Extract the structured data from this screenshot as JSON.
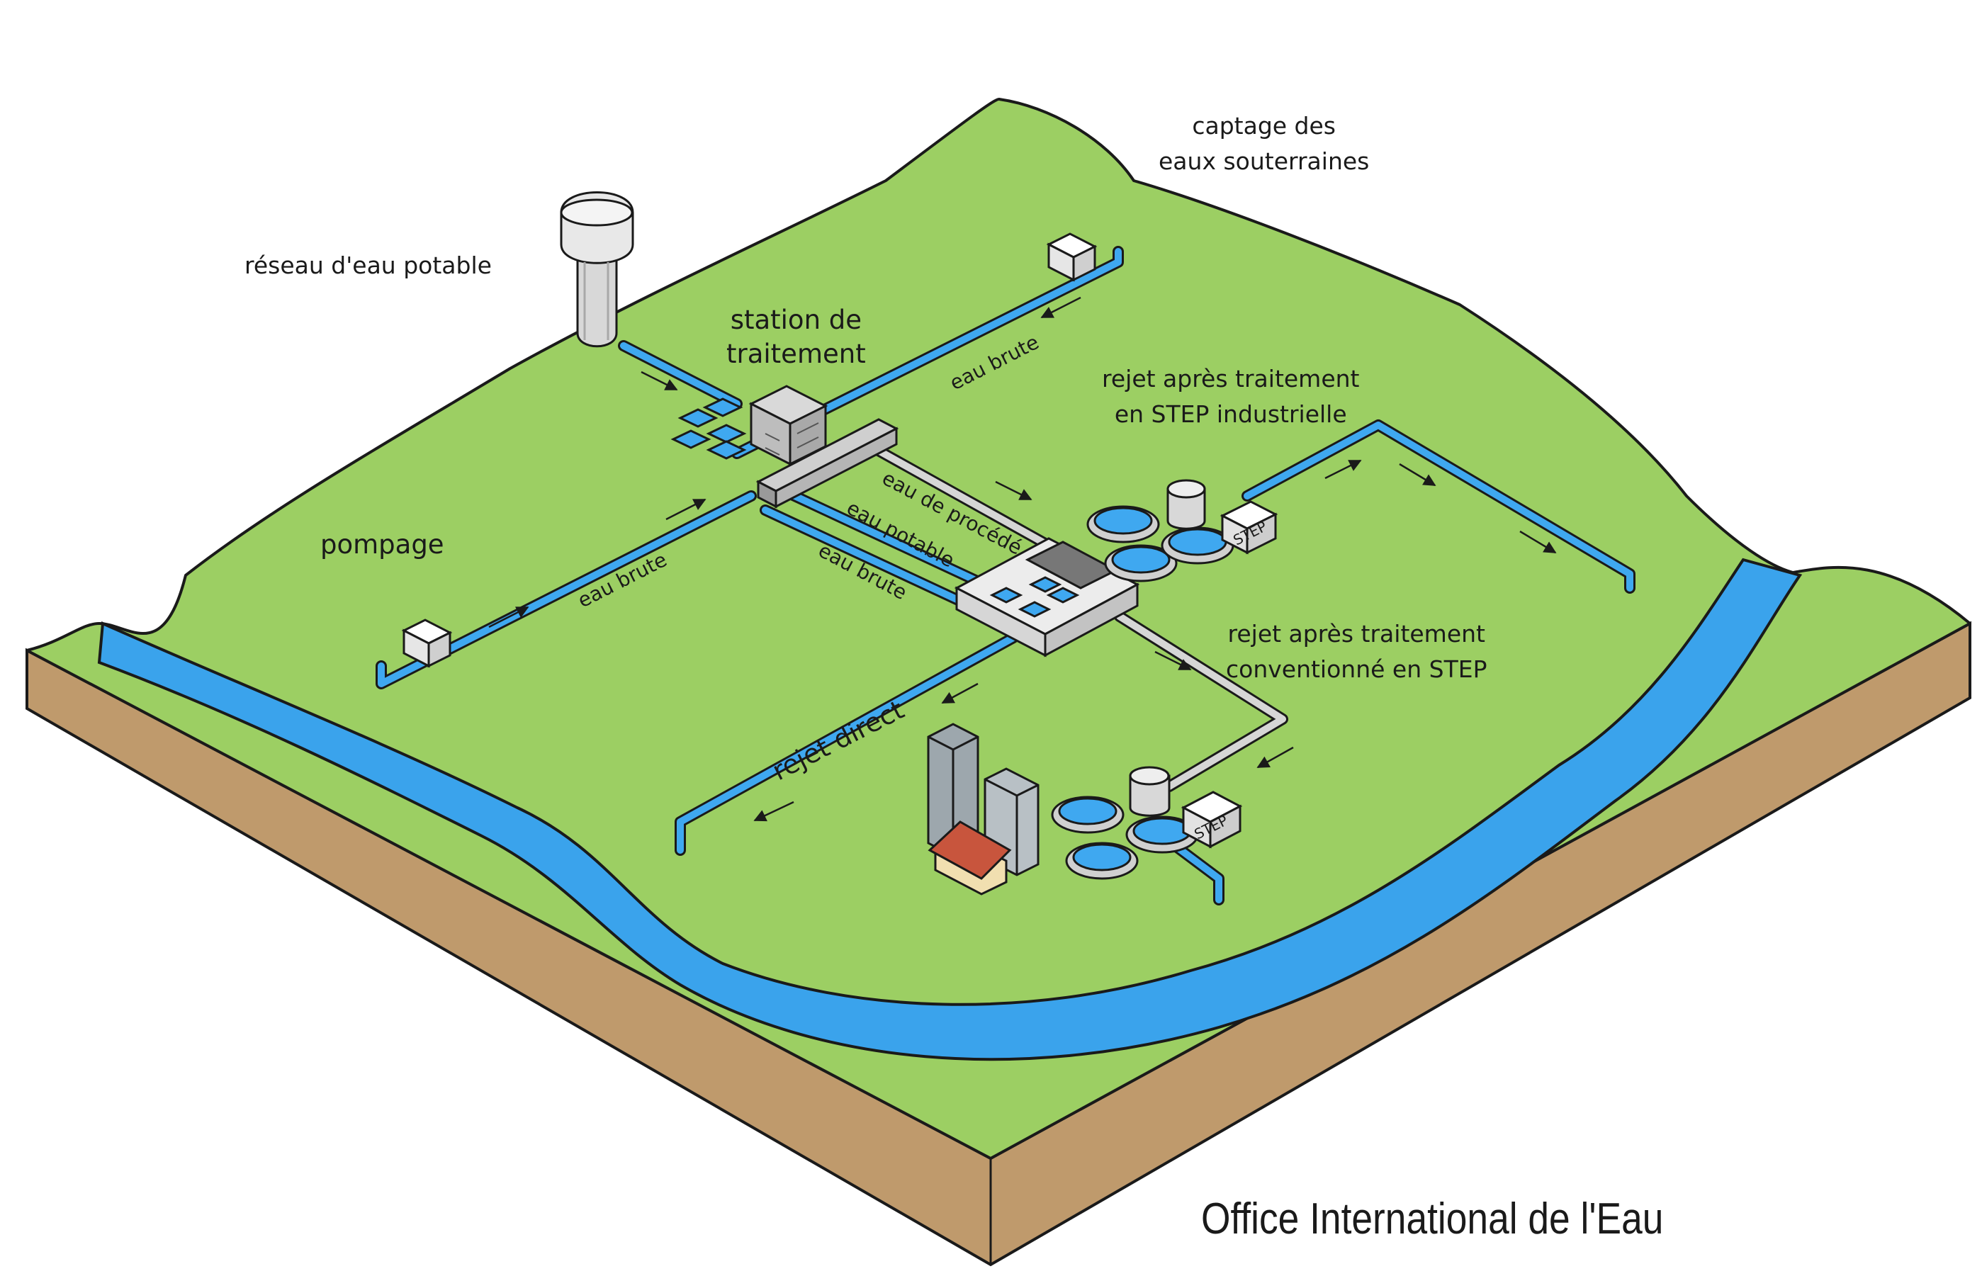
{
  "labels": {
    "captage": "captage des\neaux souterraines",
    "reseau": "réseau d'eau potable",
    "station": "station de\ntraitement",
    "rejet_industriel": "rejet après traitement\nen STEP industrielle",
    "pompage": "pompage",
    "rejet_conventionne": "rejet après traitement\nconventionné en STEP",
    "rejet_direct": "rejet direct",
    "eau_brute_top": "eau brute",
    "eau_brute_left": "eau brute",
    "eau_procede": "eau de procédé",
    "eau_potable": "eau potable",
    "eau_brute_mid": "eau brute",
    "step_industrial": "STEP",
    "step_urban": "STEP"
  },
  "footer": {
    "organization": "Office International de l'Eau"
  },
  "colors": {
    "grass": "#9ccf63",
    "soil": "#bf9a6c",
    "river": "#3aa3ec",
    "pipe_water": "#3fa8f0",
    "pipe_process": "#cfcfcf",
    "outline": "#1a1a1a"
  }
}
